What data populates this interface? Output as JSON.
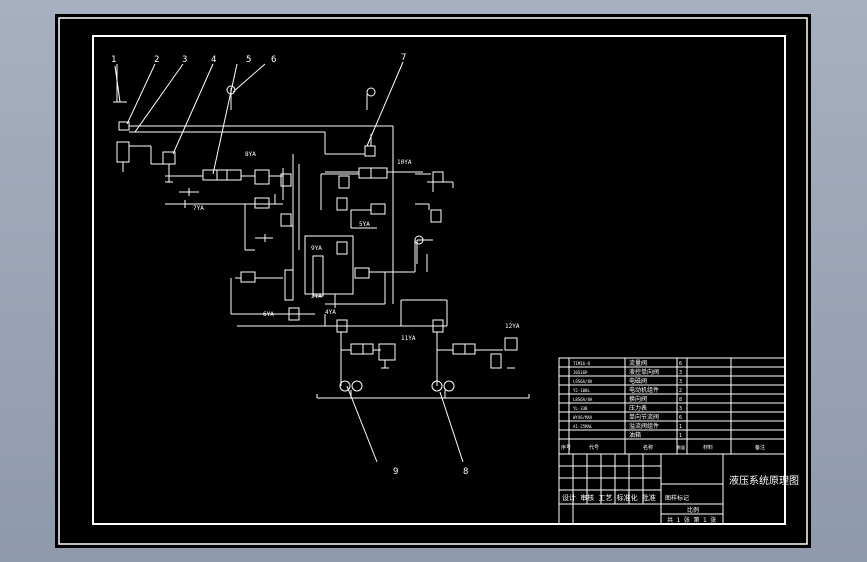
{
  "callouts": [
    "1",
    "2",
    "3",
    "4",
    "5",
    "6",
    "7",
    "8",
    "9"
  ],
  "circuit_labels": {
    "l1": "7YA",
    "l2": "8YA",
    "l3": "9YA",
    "l4": "6YA",
    "l5": "2YA",
    "l6": "10YA",
    "l7": "5YA",
    "l8": "4YA",
    "l9": "11YA",
    "l10": "12YA"
  },
  "parts_table": {
    "rows": [
      {
        "code": "T1M16-8",
        "name": "流量阀",
        "qty": "6"
      },
      {
        "code": "J0S16P",
        "name": "液控单向阀",
        "qty": "3"
      },
      {
        "code": "L9S6A/8V",
        "name": "电磁阀",
        "qty": "3"
      },
      {
        "code": "Y2-100L",
        "name": "电动机组件",
        "qty": "2"
      },
      {
        "code": "L8S6A/8A",
        "name": "换向阀",
        "qty": "8"
      },
      {
        "code": "YL-33B",
        "name": "压力表",
        "qty": "3"
      },
      {
        "code": "WYX6/MAV",
        "name": "单向节流阀",
        "qty": "6"
      },
      {
        "code": "A1-25MAL",
        "name": "溢流阀组件",
        "qty": "1"
      },
      {
        "code": "",
        "name": "油箱",
        "qty": "1"
      }
    ],
    "header": {
      "c1": "序号",
      "c2": "代号",
      "c3": "名称",
      "c4": "数量",
      "c5": "材料",
      "c6": "备注"
    }
  },
  "title_block": {
    "drawing_title": "液压系统原理图",
    "designer_row": "设计 审核 工艺 标准化 批准",
    "scale_label": "比例",
    "sheet_label": "共 1 张 第 1 张",
    "mark": "图样标记"
  }
}
